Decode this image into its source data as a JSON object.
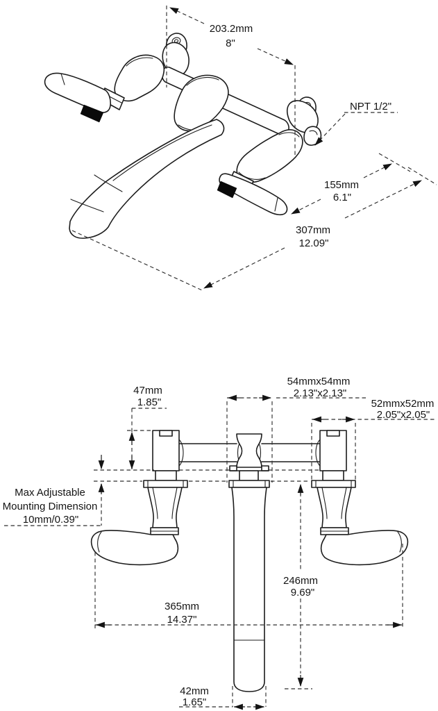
{
  "iso": {
    "spread_mm": "203.2mm",
    "spread_in": "8\"",
    "thread": "NPT 1/2\"",
    "depth_mm": "155mm",
    "depth_in": "6.1\"",
    "length_mm": "307mm",
    "length_in": "12.09\""
  },
  "front": {
    "handle_h_mm": "47mm",
    "handle_h_in": "1.85\"",
    "center_plate_mm": "54mmx54mm",
    "center_plate_in": "2.13\"x2.13\"",
    "side_plate_mm": "52mmx52mm",
    "side_plate_in": "2.05\"x2.05\"",
    "max_adj_1": "Max Adjustable",
    "max_adj_2": "Mounting Dimension",
    "max_adj_3": "10mm/0.39\"",
    "width_mm": "365mm",
    "width_in": "14.37\"",
    "spout_h_mm": "246mm",
    "spout_h_in": "9.69\"",
    "spout_w_mm": "42mm",
    "spout_w_in": "1.65\""
  },
  "colors": {
    "ink": "#1c1c1c",
    "dimension": "#2e2e2e",
    "accent": "#0a0a0a",
    "paper": "#ffffff"
  }
}
